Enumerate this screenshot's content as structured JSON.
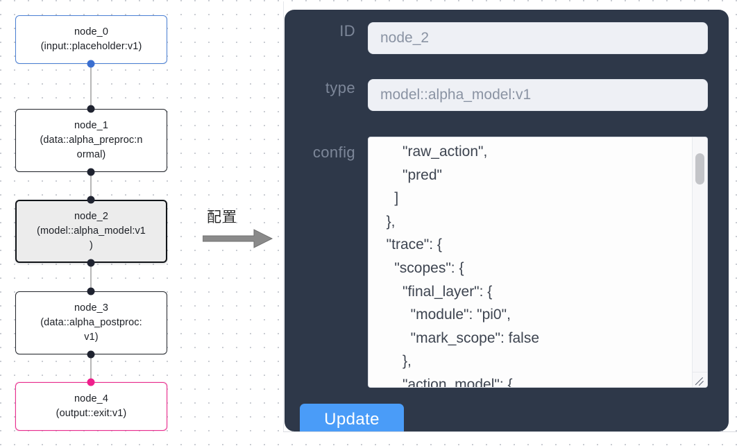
{
  "graph": {
    "nodes": [
      {
        "id": "node_0",
        "title": "node_0",
        "subtitle": "(input::placeholder:v1)",
        "kind": "input",
        "selected": false
      },
      {
        "id": "node_1",
        "title": "node_1",
        "subtitle": "(data::alpha_preproc:normal)",
        "sub_line1": "(data::alpha_preproc:n",
        "sub_line2": "ormal)",
        "kind": "data",
        "selected": false
      },
      {
        "id": "node_2",
        "title": "node_2",
        "subtitle": "(model::alpha_model:v1)",
        "sub_line1": "(model::alpha_model:v1",
        "sub_line2": ")",
        "kind": "model",
        "selected": true
      },
      {
        "id": "node_3",
        "title": "node_3",
        "subtitle": "(data::alpha_postproc:v1)",
        "sub_line1": "(data::alpha_postproc:",
        "sub_line2": "v1)",
        "kind": "data",
        "selected": false
      },
      {
        "id": "node_4",
        "title": "node_4",
        "subtitle": "(output::exit:v1)",
        "kind": "output",
        "selected": false
      }
    ],
    "colors": {
      "input_border": "#4a7fd4",
      "output_border": "#e8308f",
      "default_border": "#22252b",
      "selected_fill": "#ececec",
      "edge": "#b6b6b6",
      "port": "#1f2330"
    }
  },
  "arrow": {
    "label": "配置",
    "color": "#7a7a7a"
  },
  "panel": {
    "background": "#2e3849",
    "fields": [
      {
        "label": "ID",
        "value": "node_2"
      },
      {
        "label": "type",
        "value": "model::alpha_model:v1"
      }
    ],
    "config": {
      "label": "config",
      "text": "      \"raw_action\",\n      \"pred\"\n    ]\n  },\n  \"trace\": {\n    \"scopes\": {\n      \"final_layer\": {\n        \"module\": \"pi0\",\n        \"mark_scope\": false\n      },\n      \"action_model\": {"
    },
    "update_button": {
      "label": "Update",
      "color": "#4a9cf8"
    }
  }
}
